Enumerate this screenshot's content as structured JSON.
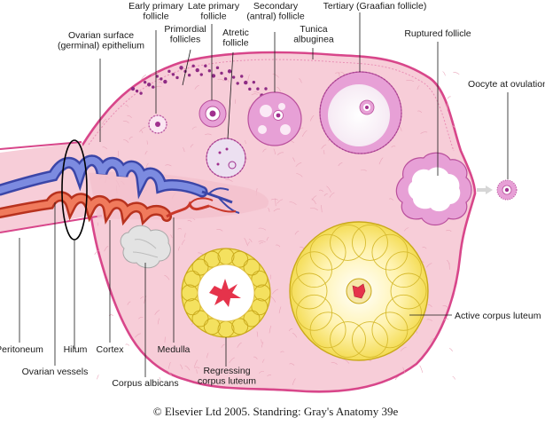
{
  "diagram": {
    "labels": {
      "early_primary_follicle": [
        "Early primary",
        "follicle"
      ],
      "late_primary_follicle": [
        "Late primary",
        "follicle"
      ],
      "secondary_follicle": [
        "Secondary",
        "(antral) follicle"
      ],
      "tertiary_follicle": [
        "Tertiary (Graafian follicle)"
      ],
      "ovarian_surface_epithelium": [
        "Ovarian surface",
        "(germinal) epithelium"
      ],
      "primordial_follicles": [
        "Primordial",
        "follicles"
      ],
      "atretic_follicle": [
        "Atretic",
        "follicle"
      ],
      "tunica_albuginea": [
        "Tunica",
        "albuginea"
      ],
      "ruptured_follicle": [
        "Ruptured follicle"
      ],
      "oocyte_at_ovulation": [
        "Oocyte at ovulation"
      ],
      "active_corpus_luteum": [
        "Active corpus luteum"
      ],
      "peritoneum": [
        "Peritoneum"
      ],
      "hilum": [
        "Hilum"
      ],
      "cortex": [
        "Cortex"
      ],
      "medulla": [
        "Medulla"
      ],
      "ovarian_vessels": [
        "Ovarian vessels"
      ],
      "corpus_albicans": [
        "Corpus albicans"
      ],
      "regressing_corpus_luteum": [
        "Regressing",
        "corpus luteum"
      ]
    },
    "caption": "© Elsevier Ltd 2005. Standring: Gray's Anatomy 39e",
    "colors": {
      "stroma": "#f7cdd8",
      "surface_epithelium": "#d8468a",
      "follicle_cells": "#e7a0d6",
      "oocyte": "#a0308e",
      "vein": "#5565c5",
      "artery": "#e55f43",
      "corpus_luteum": "#f4e15f",
      "corpus_albicans": "#e3e3e3"
    }
  }
}
